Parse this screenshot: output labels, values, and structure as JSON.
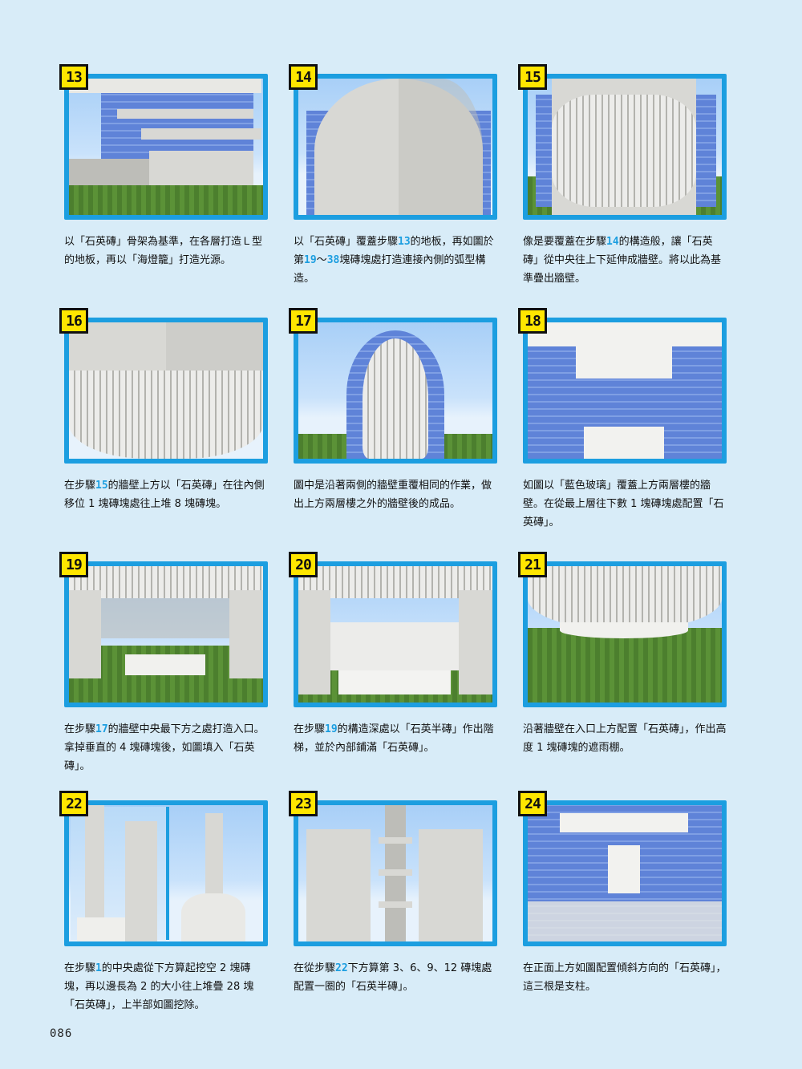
{
  "steps": [
    {
      "number": "13",
      "caption": [
        "以「石英磚」骨架為基準，在各層打造Ｌ型的地板，再以「海燈籠」打造光源。"
      ]
    },
    {
      "number": "14",
      "caption": [
        "以「石英磚」覆蓋步驟",
        "13",
        "的地板，再如圖於第",
        "19",
        "～",
        "38",
        "塊磚塊處打造連接內側的弧型構造。"
      ]
    },
    {
      "number": "15",
      "caption": [
        "像是要覆蓋在步驟",
        "14",
        "的構造般，讓「石英磚」從中央往上下延伸成牆壁。將以此為基準疊出牆壁。"
      ]
    },
    {
      "number": "16",
      "caption": [
        "在步驟",
        "15",
        "的牆壁上方以「石英磚」在往內側移位 1 塊磚塊處往上堆 8 塊磚塊。"
      ]
    },
    {
      "number": "17",
      "caption": [
        "圖中是沿著兩側的牆壁重覆相同的作業，做出上方兩層樓之外的牆壁後的成品。"
      ]
    },
    {
      "number": "18",
      "caption": [
        "如圖以「藍色玻璃」覆蓋上方兩層樓的牆壁。在從最上層往下數 1 塊磚塊處配置「石英磚」。"
      ]
    },
    {
      "number": "19",
      "caption": [
        "在步驟",
        "17",
        "的牆壁中央最下方之處打造入口。拿掉垂直的 4 塊磚塊後，如圖填入「石英磚」。"
      ]
    },
    {
      "number": "20",
      "caption": [
        "在步驟",
        "19",
        "的構造深處以「石英半磚」作出階梯，並於內部鋪滿「石英磚」。"
      ]
    },
    {
      "number": "21",
      "caption": [
        "沿著牆壁在入口上方配置「石英磚」，作出高度 1 塊磚塊的遮雨棚。"
      ]
    },
    {
      "number": "22",
      "caption": [
        "在步驟",
        "1",
        "的中央處從下方算起挖空 2 塊磚塊，再以邊長為 2 的大小往上堆疊 28 塊「石英磚」，上半部如圖挖除。"
      ]
    },
    {
      "number": "23",
      "caption": [
        "在從步驟",
        "22",
        "下方算第 3、6、9、12 磚塊處配置一圈的「石英半磚」。"
      ]
    },
    {
      "number": "24",
      "caption": [
        "在正面上方如圖配置傾斜方向的「石英磚」，這三根是支柱。"
      ]
    }
  ],
  "page_number": "086",
  "colors": {
    "accent": "#1c9ee0",
    "badge": "#ffe600",
    "background": "#d8ecf8"
  }
}
